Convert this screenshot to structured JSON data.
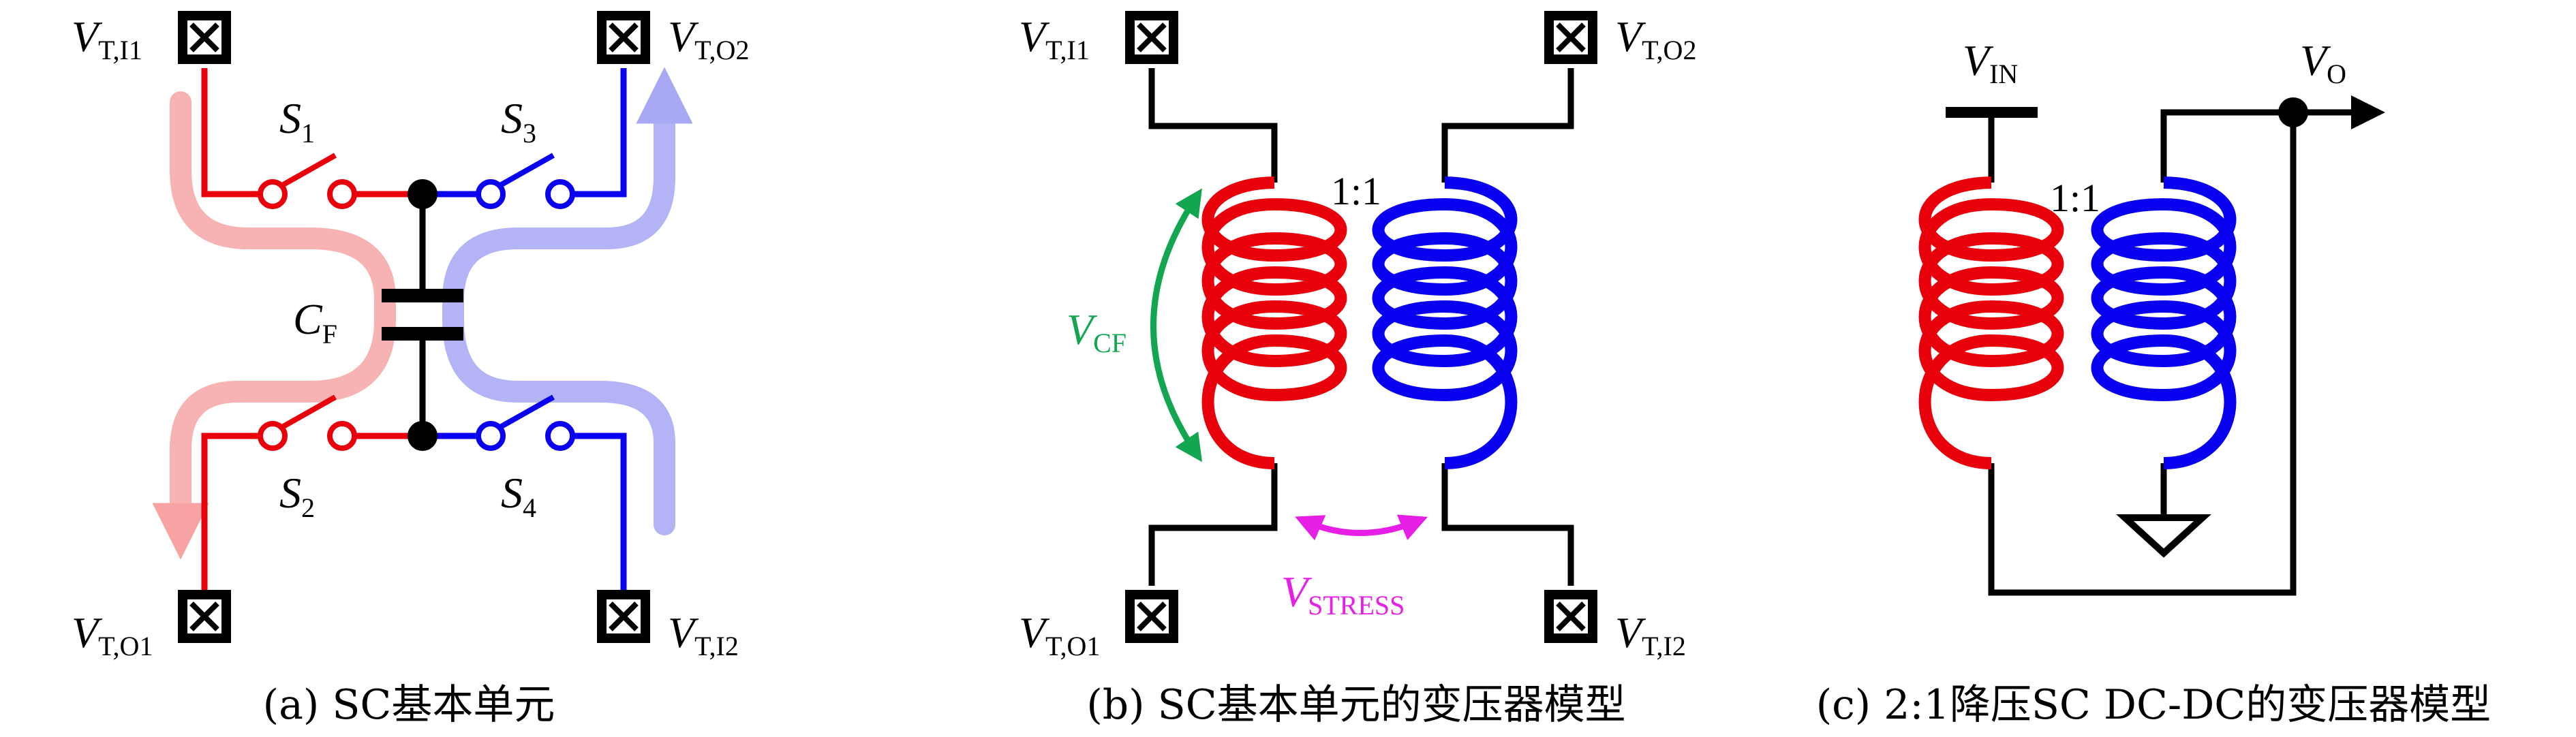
{
  "panel_a": {
    "caption": "(a) SC基本单元",
    "terminals": {
      "ti1": {
        "main": "V",
        "sub": "T,I1"
      },
      "to2": {
        "main": "V",
        "sub": "T,O2"
      },
      "to1": {
        "main": "V",
        "sub": "T,O1"
      },
      "ti2": {
        "main": "V",
        "sub": "T,I2"
      }
    },
    "switches": {
      "s1": {
        "main": "S",
        "sub": "1"
      },
      "s2": {
        "main": "S",
        "sub": "2"
      },
      "s3": {
        "main": "S",
        "sub": "3"
      },
      "s4": {
        "main": "S",
        "sub": "4"
      }
    },
    "capacitor": {
      "main": "C",
      "sub": "F"
    }
  },
  "panel_b": {
    "caption": "(b) SC基本单元的变压器模型",
    "ratio": "1:1",
    "terminals": {
      "ti1": {
        "main": "V",
        "sub": "T,I1"
      },
      "to2": {
        "main": "V",
        "sub": "T,O2"
      },
      "to1": {
        "main": "V",
        "sub": "T,O1"
      },
      "ti2": {
        "main": "V",
        "sub": "T,I2"
      }
    },
    "vcf": {
      "main": "V",
      "sub": "CF"
    },
    "vstress": {
      "main": "V",
      "sub": "STRESS"
    }
  },
  "panel_c": {
    "caption": "(c) 2:1降压SC DC-DC的变压器模型",
    "ratio": "1:1",
    "vin": {
      "main": "V",
      "sub": "IN"
    },
    "vo": {
      "main": "V",
      "sub": "O"
    }
  },
  "colors": {
    "red": "#e8000b",
    "blue": "#0a00f0",
    "light_red": "#f7b3b3",
    "light_blue": "#b3b3f5",
    "green": "#12a650",
    "magenta": "#e61ee6",
    "black": "#000000"
  }
}
